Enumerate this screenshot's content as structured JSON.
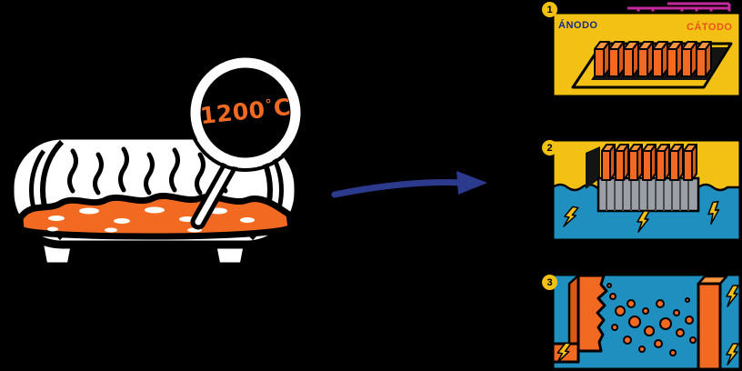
{
  "furnace": {
    "temperature_value": "1200",
    "degree_symbol": "°",
    "temperature_unit": "C"
  },
  "steps": [
    {
      "number": "1",
      "anode_label": "ÁNODO",
      "cathode_label": "CÁTODO"
    },
    {
      "number": "2"
    },
    {
      "number": "3"
    }
  ],
  "colors": {
    "background": "#000000",
    "outline": "#000000",
    "furnace_body": "#FFFFFF",
    "molten_orange": "#F26A21",
    "plate_orange_side": "#D85A18",
    "plate_orange_top": "#F9953F",
    "panel_yellow": "#F2C114",
    "electrolyte_blue": "#1E8FBE",
    "arrow_navy": "#2B3A8C",
    "wire_magenta": "#C42A9E",
    "anode_text": "#1B2C7E",
    "cathode_text": "#E8541D",
    "cathode_gray": "#9AA0A6",
    "temperature_text": "#F26A21",
    "step_badge": "#F2C114"
  }
}
